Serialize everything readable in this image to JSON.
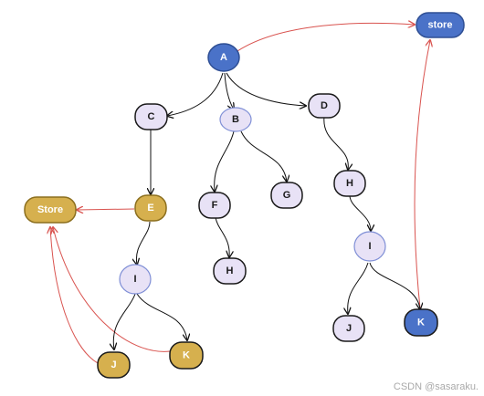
{
  "colors": {
    "blue_fill": "#4a72c8",
    "blue_stroke": "#2f4f94",
    "gold_fill": "#d6b04e",
    "gold_stroke": "#8c6f1e",
    "lavender_fill": "#e8e2f6",
    "black_stroke": "#1a1a1a",
    "light_stroke": "#7f8fd6",
    "edge_black": "#111111",
    "edge_red": "#d9534f"
  },
  "nodes": {
    "A": "A",
    "store_top": "store",
    "C": "C",
    "B": "B",
    "D": "D",
    "E": "E",
    "F": "F",
    "G": "G",
    "H_right": "H",
    "Store_left": "Store",
    "H_mid": "H",
    "I_left": "I",
    "I_right": "I",
    "J_left": "J",
    "K_left": "K",
    "J_right": "J",
    "K_right": "K"
  },
  "watermark": "CSDN @sasaraku."
}
